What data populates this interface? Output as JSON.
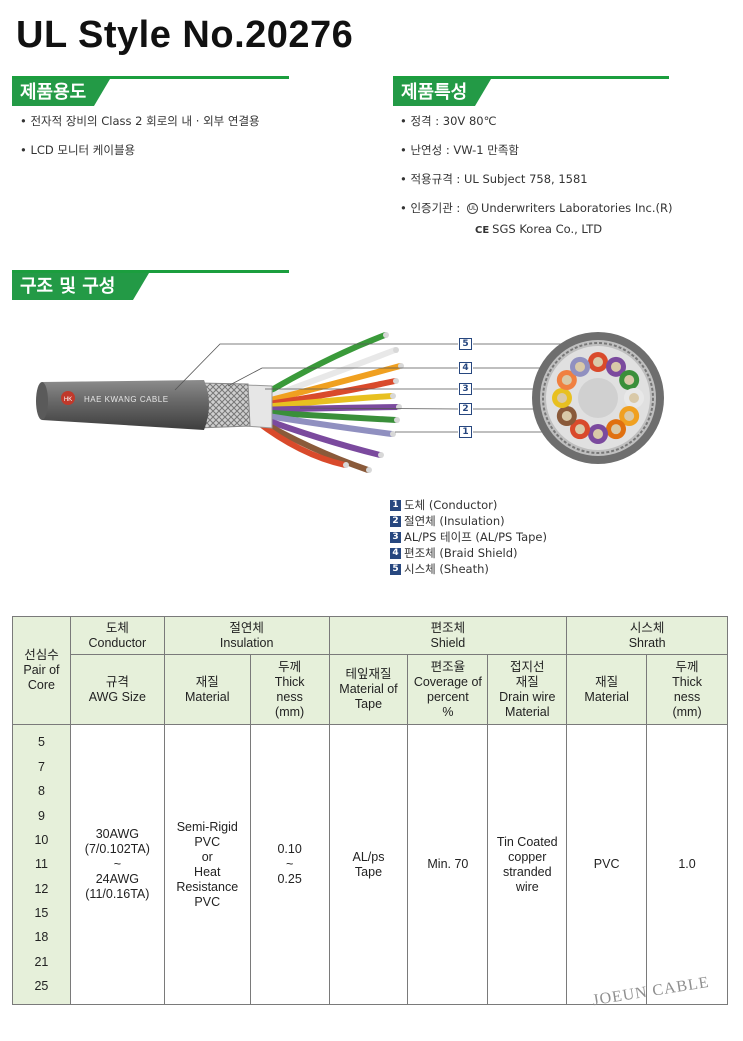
{
  "title": "UL Style No.20276",
  "usage": {
    "heading": "제품용도",
    "items": [
      "전자적 장비의 Class 2 회로의 내 · 외부 연결용",
      "LCD 모니터 케이블용"
    ]
  },
  "features": {
    "heading": "제품특성",
    "items": [
      "정격 : 30V 80℃",
      "난연성 : VW-1 만족함",
      "적용규격 : UL Subject 758, 1581"
    ],
    "cert_label": "인증기관 :",
    "ul_mark": "UL",
    "cert1": "Underwriters Laboratories Inc.(R)",
    "ce_mark": "CE",
    "cert2": "SGS Korea Co., LTD"
  },
  "structure": {
    "heading": "구조 및 구성",
    "cable_brand": "HAE KWANG CABLE",
    "cable_logo": "HK",
    "callouts": [
      "5",
      "4",
      "3",
      "2",
      "1"
    ],
    "legend": [
      {
        "num": "1",
        "label": "도체 (Conductor)"
      },
      {
        "num": "2",
        "label": "절연체 (Insulation)"
      },
      {
        "num": "3",
        "label": "AL/PS 테이프 (AL/PS Tape)"
      },
      {
        "num": "4",
        "label": "편조체 (Braid Shield)"
      },
      {
        "num": "5",
        "label": "시스체 (Sheath)"
      }
    ],
    "core_colors": [
      "#d94a2b",
      "#7b4a9e",
      "#3a8f3a",
      "#e8e8e8",
      "#f0a020",
      "#e07010",
      "#7b4a9e",
      "#d94a2b",
      "#8a5a3a",
      "#e8c020",
      "#f08040",
      "#9090c0"
    ]
  },
  "table": {
    "h_pair": "선심수\nPair of\nCore",
    "h_conductor": "도체\nConductor",
    "h_insulation": "절연체\nInsulation",
    "h_shield": "편조체\nShield",
    "h_sheath": "시스체\nShrath",
    "h_awg": "규격\nAWG Size",
    "h_ins_material": "재질\nMaterial",
    "h_ins_thick": "두께\nThick\nness\n(mm)",
    "h_tape": "테잎재질\nMaterial of\nTape",
    "h_coverage": "편조율\nCoverage of\npercent\n%",
    "h_drain": "접지선\n재질\nDrain wire\nMaterial",
    "h_sh_material": "재질\nMaterial",
    "h_sh_thick": "두께\nThick\nness\n(mm)",
    "cores": [
      "5",
      "7",
      "8",
      "9",
      "10",
      "11",
      "12",
      "15",
      "18",
      "21",
      "25"
    ],
    "awg": "30AWG\n(7/0.102TA)\n~\n24AWG\n(11/0.16TA)",
    "ins_material": "Semi-Rigid\nPVC\nor\nHeat\nResistance\nPVC",
    "ins_thick": "0.10\n~\n0.25",
    "tape": "AL/ps\nTape",
    "coverage": "Min. 70",
    "drain": "Tin Coated\ncopper\nstranded\nwire",
    "sh_material": "PVC",
    "sh_thick": "1.0"
  },
  "watermark": "JOEUN CABLE"
}
